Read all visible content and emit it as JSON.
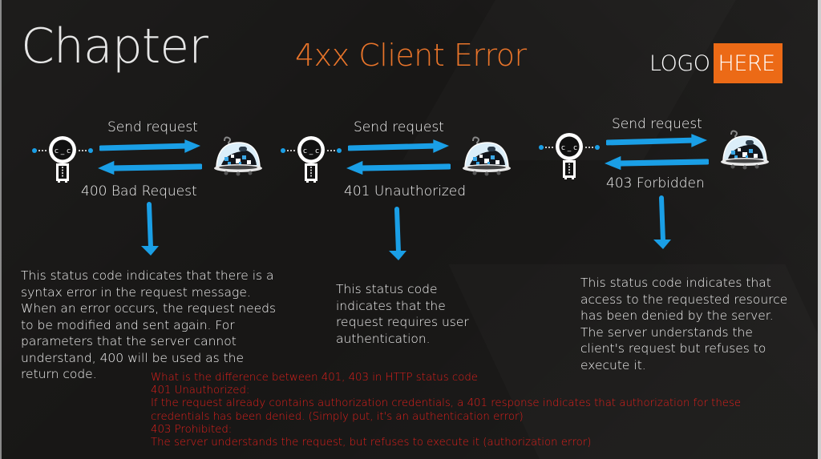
{
  "header": {
    "title": "Chapter",
    "subtitle": "4xx Client Error",
    "logo": {
      "part1": "LOGO",
      "part2": "HERE",
      "accent_color": "#ec6a16"
    }
  },
  "colors": {
    "background": "#181716",
    "arrow": "#1a9fe6",
    "subtitle": "#e8742a",
    "note": "#e0201c",
    "text": "#f2f2f2"
  },
  "flows": [
    {
      "request_label": "Send request",
      "response_label": "400 Bad Request",
      "description_lines": [
        "This status code indicates that there is a",
        "syntax error in the request message.",
        "When an error occurs, the request needs",
        "to be modified and sent again. For",
        "parameters that the server cannot",
        "understand, 400 will be used as the",
        "return code."
      ],
      "client_icon": "robot-client-icon",
      "server_icon": "dome-server-icon"
    },
    {
      "request_label": "Send request",
      "response_label": "401 Unauthorized",
      "description_lines": [
        "This status code",
        "indicates that the",
        "request requires user",
        "authentication."
      ],
      "client_icon": "robot-client-icon",
      "server_icon": "dome-server-icon"
    },
    {
      "request_label": "Send request",
      "response_label": "403 Forbidden",
      "description_lines": [
        "This status code indicates that",
        "access to the requested resource",
        "has been denied by the server.",
        "The server understands the",
        "client's request but refuses to",
        "execute it."
      ],
      "client_icon": "robot-client-icon",
      "server_icon": "dome-server-icon"
    }
  ],
  "note": {
    "lines": [
      "What is the difference between 401,  403 in HTTP status code",
      "401 Unauthorized:",
      "If the request already contains authorization credentials, a 401 response indicates that authorization for these",
      "credentials has been denied. (Simply put, it's an authentication error)",
      "403 Prohibited:",
      "The server understands the request, but refuses to execute it (authorization error)"
    ]
  }
}
